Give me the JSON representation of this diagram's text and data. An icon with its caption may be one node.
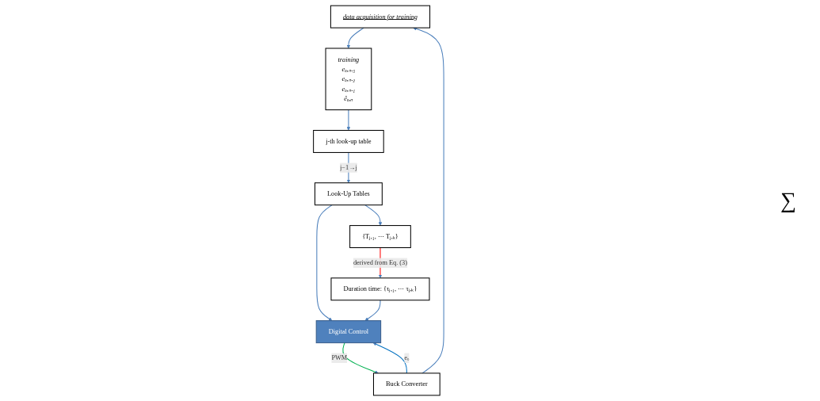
{
  "diagram": {
    "nodes": [
      {
        "text": [
          "data acquisition for training"
        ]
      },
      {
        "text": [
          "training",
          "eₒ,ₙ₋₃",
          "eₒ,ₙ₋₂",
          "eₒ,ₙ₋₁",
          "êₒ,ₙ"
        ]
      },
      {
        "text": [
          "j-th look-up table"
        ]
      },
      {
        "text": [
          "Look-Up Tables"
        ]
      },
      {
        "text": [
          "{Tⱼ,₁, ⋯ Tⱼ,ₖ}"
        ]
      },
      {
        "text": [
          "Duration time: {τⱼ,₁, ⋯ τⱼ,ₖ}"
        ]
      },
      {
        "text": [
          "Digital Control"
        ]
      },
      {
        "text": [
          "Buck Converter"
        ]
      }
    ],
    "edges": [
      {
        "from": 0,
        "to": 1,
        "arrow": "to"
      },
      {
        "from": 1,
        "to": 2,
        "arrow": "to"
      },
      {
        "from": 2,
        "to": 3,
        "arrow": "to",
        "label": "j−1→j"
      },
      {
        "from": 3,
        "to": 4,
        "arrow": "to"
      },
      {
        "from": 4,
        "to": 5,
        "arrow": "to",
        "label": "derived from Eq. (3)",
        "color": "#ff0000"
      },
      {
        "from": 3,
        "to": 6,
        "arrow": "to"
      },
      {
        "from": 5,
        "to": 6,
        "arrow": "to"
      },
      {
        "from": 7,
        "to": 6,
        "arrow": "to",
        "label": "eₒ",
        "color": "#0070c0"
      },
      {
        "from": 6,
        "to": 7,
        "arrow": "to",
        "label": "PWM",
        "color": "#00b050"
      },
      {
        "from": 7,
        "to": 0,
        "arrow": "to"
      }
    ],
    "labels": [
      "∑"
    ]
  }
}
